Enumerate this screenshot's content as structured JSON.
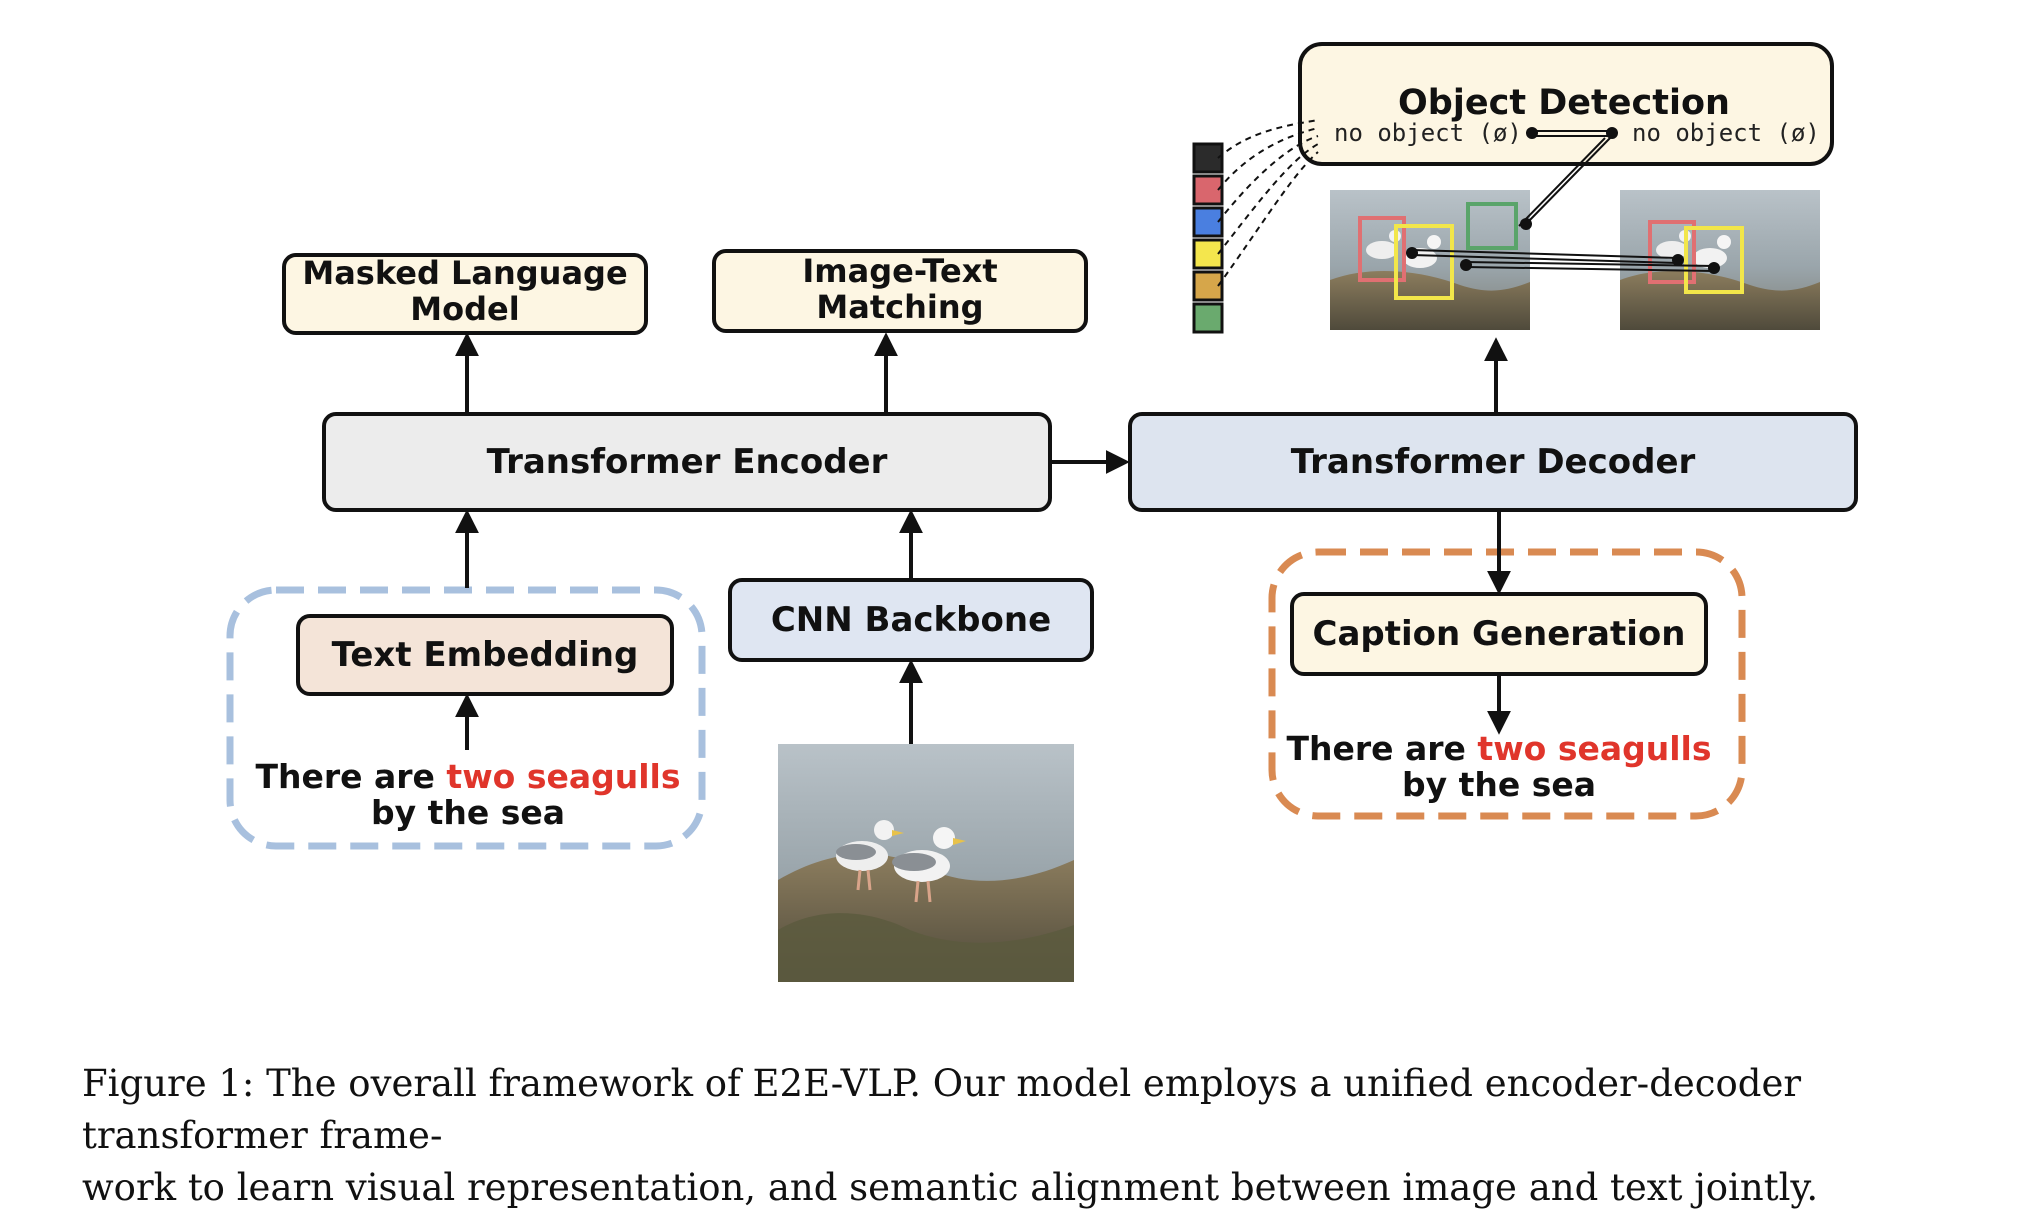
{
  "boxes": {
    "masked_lm_line1": "Masked Language",
    "masked_lm_line2": "Model",
    "itm_line1": "Image-Text",
    "itm_line2": "Matching",
    "encoder": "Transformer Encoder",
    "decoder": "Transformer Decoder",
    "text_embedding": "Text Embedding",
    "cnn_backbone": "CNN Backbone",
    "caption_generation": "Caption Generation",
    "object_detection": "Object Detection",
    "no_object_left": "no object (ø)",
    "no_object_right": "no object (ø)"
  },
  "input_text": {
    "prefix": "There are ",
    "highlight": "two seagulls",
    "line2": "by the sea"
  },
  "output_text": {
    "prefix": "There are ",
    "highlight": "two seagulls",
    "line2": "by the sea"
  },
  "colors": {
    "highlight_red": "#e0352b",
    "box_cream": "#fdf6e3",
    "encoder_fill": "#ececec",
    "decoder_fill": "#dde4ef",
    "embedding_fill": "#f4e4d8",
    "cnn_fill": "#dfe6f2",
    "input_dashed_border": "#a8c0de",
    "output_dashed_border": "#d98a52",
    "detection_red": "#e07072",
    "detection_yellow": "#f2e64a",
    "detection_green": "#5aa46a"
  },
  "query_swatches": [
    "#2b2b2b",
    "#d9666d",
    "#4a7fe0",
    "#f4e64d",
    "#d6a64a",
    "#6aaa6e"
  ],
  "caption": {
    "line1": "Figure 1:  The overall framework of E2E-VLP. Our model employs a unified encoder-decoder transformer frame-",
    "line2": "work to learn visual representation, and semantic alignment between image and text jointly."
  }
}
